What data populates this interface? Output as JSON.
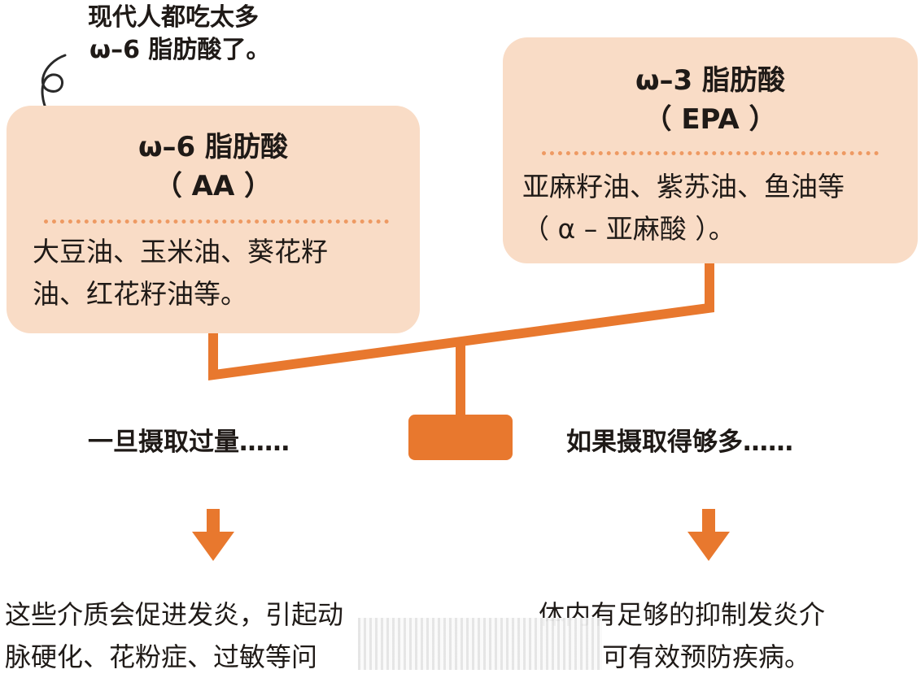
{
  "note": {
    "line1": "现代人都吃太多",
    "line2": "ω–6 脂肪酸了。"
  },
  "left_box": {
    "title_line1": "ω–6 脂肪酸",
    "title_line2": "（ AA ）",
    "body_line1": "大豆油、玉米油、葵花籽",
    "body_line2": "油、红花籽油等。"
  },
  "right_box": {
    "title_line1": "ω–3 脂肪酸",
    "title_line2": "（ EPA ）",
    "body_line1": "亚麻籽油、紫苏油、鱼油等",
    "body_line2": "（ α – 亚麻酸 ）。"
  },
  "left_condition": "一旦摄取过量……",
  "right_condition": "如果摄取得够多……",
  "left_result": {
    "line1": "这些介质会促进发炎，引起动",
    "line2": "脉硬化、花粉症、过敏等问"
  },
  "right_result": {
    "line1": "体内有足够的抑制发炎介",
    "line2": "可有效预防疾病。"
  },
  "colors": {
    "accent": "#e8782e",
    "box_fill": "#f9dcc6",
    "dots": "#ee9a63"
  }
}
